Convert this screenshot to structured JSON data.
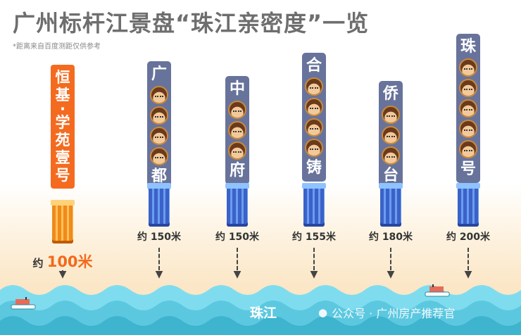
{
  "title": "广州标杆江景盘“珠江亲密度”一览",
  "note": "*距离来自百度测距仅供参考",
  "projects": [
    {
      "name_chars": [
        "恒",
        "基",
        "·",
        "学",
        "苑",
        "壹",
        "号"
      ],
      "name": "恒基·学苑壹号",
      "distance_prefix": "约",
      "distance": "100米",
      "distance_m": 100,
      "highlight": true,
      "heads": 0
    },
    {
      "name_chars": [
        "广",
        "都"
      ],
      "name": "广都",
      "distance_prefix": "约",
      "distance": "150米",
      "distance_m": 150,
      "heads": 4
    },
    {
      "name_chars": [
        "中",
        "府"
      ],
      "name": "中府",
      "distance_prefix": "约",
      "distance": "150米",
      "distance_m": 150,
      "heads": 3
    },
    {
      "name_chars": [
        "合",
        "铸"
      ],
      "name": "合铸",
      "distance_prefix": "约",
      "distance": "155米",
      "distance_m": 155,
      "heads": 4
    },
    {
      "name_chars": [
        "侨",
        "台"
      ],
      "name": "侨台",
      "distance_prefix": "约",
      "distance": "180米",
      "distance_m": 180,
      "heads": 3
    },
    {
      "name_chars": [
        "珠",
        "号"
      ],
      "name": "珠号",
      "distance_prefix": "约",
      "distance": "200米",
      "distance_m": 200,
      "heads": 5
    }
  ],
  "river": "珠江",
  "watermark": "公众号 · 广州房产推荐官",
  "colors": {
    "tag": "#68739b",
    "highlight": "#f46b1f",
    "title": "#6e6e6e"
  }
}
